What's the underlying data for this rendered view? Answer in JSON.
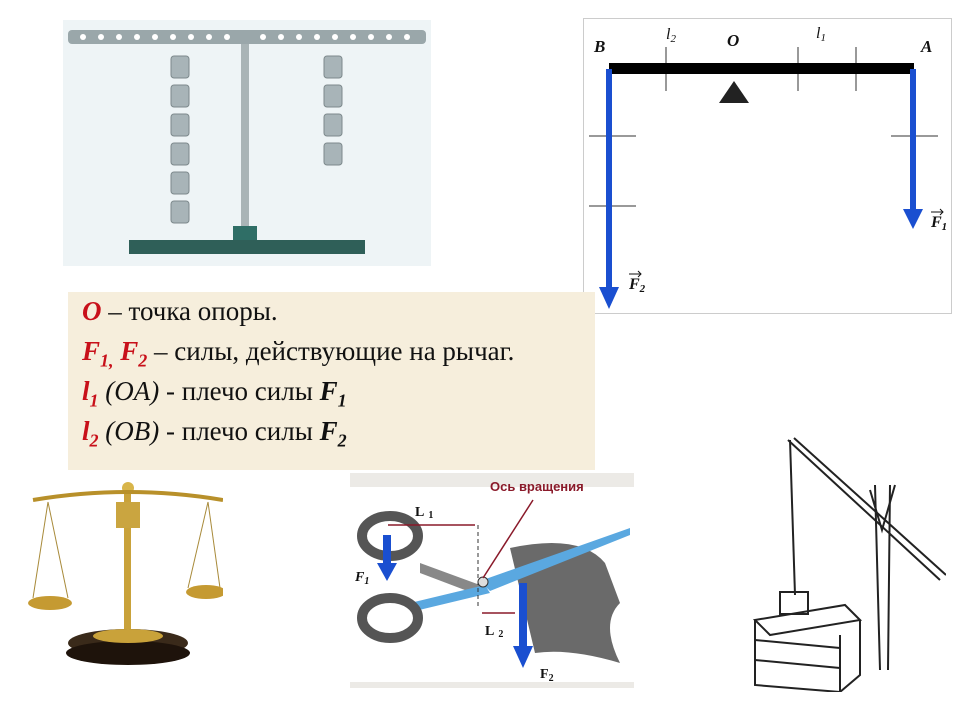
{
  "lever_diagram": {
    "point_b": "B",
    "point_a": "A",
    "point_o": "O",
    "arm_l2": "l",
    "arm_l2_sub": "2",
    "arm_l1": "l",
    "arm_l1_sub": "1",
    "force_f1": "F",
    "force_f1_sub": "1",
    "force_f2": "F",
    "force_f2_sub": "2"
  },
  "definitions": [
    {
      "symbol": "O",
      "text": " – точка опоры."
    },
    {
      "symbol": "F",
      "sub1": "1,",
      "symbol2": " F",
      "sub2": "2",
      "text": " – силы, действующие на рычаг."
    },
    {
      "symbol": "l",
      "sub": "1",
      "paren": " (OA)",
      "text": " - плечо силы ",
      "force": "F",
      "force_sub": "1"
    },
    {
      "symbol": "l",
      "sub": "2",
      "paren": "  (OB)",
      "text": " - плечо силы ",
      "force": "F",
      "force_sub": "2"
    }
  ],
  "scissors": {
    "axis_label": "Ось вращения",
    "l1": "L",
    "l1_sub": "1",
    "l2": "L",
    "l2_sub": "2",
    "f1": "F",
    "f1_sub": "1",
    "f2": "F",
    "f2_sub": "2"
  },
  "colors": {
    "accent_red": "#c8101a",
    "arrow_blue": "#1a4fd0",
    "text_bg": "#f6eedc"
  }
}
